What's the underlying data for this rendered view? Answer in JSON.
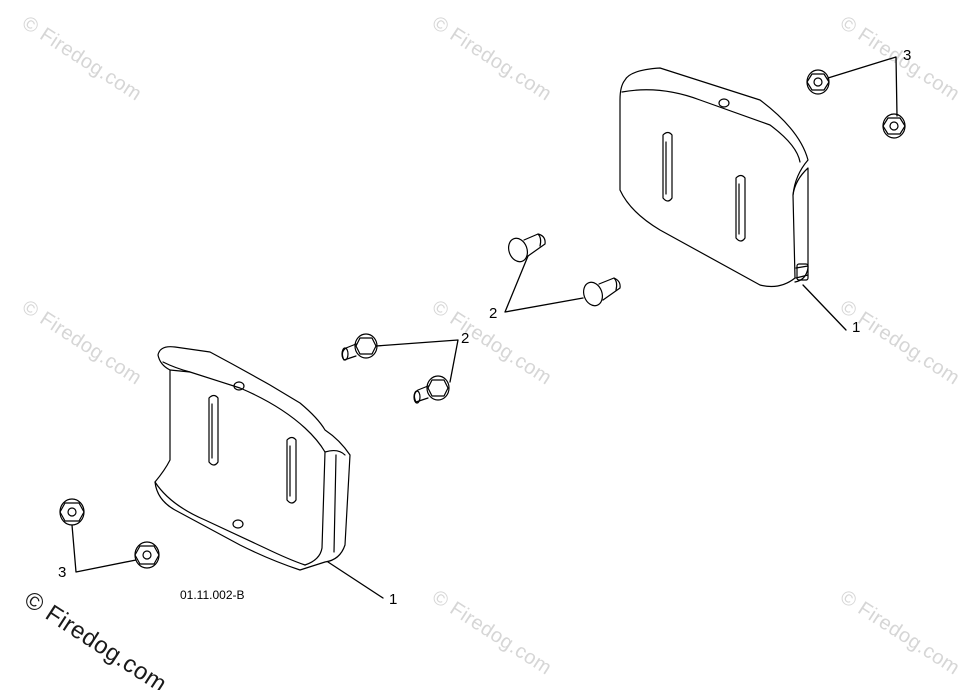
{
  "watermark": {
    "text": "© Firedog.com"
  },
  "drawing_id": "01.11.002-B",
  "callouts": {
    "shoe_right": "1",
    "shoe_left": "1",
    "bolts_upper": "2",
    "bolts_lower": "2",
    "nuts_upper": "3",
    "nuts_lower": "3"
  },
  "colors": {
    "line": "#000000",
    "watermark": "#d6d6d6",
    "background": "#ffffff"
  }
}
